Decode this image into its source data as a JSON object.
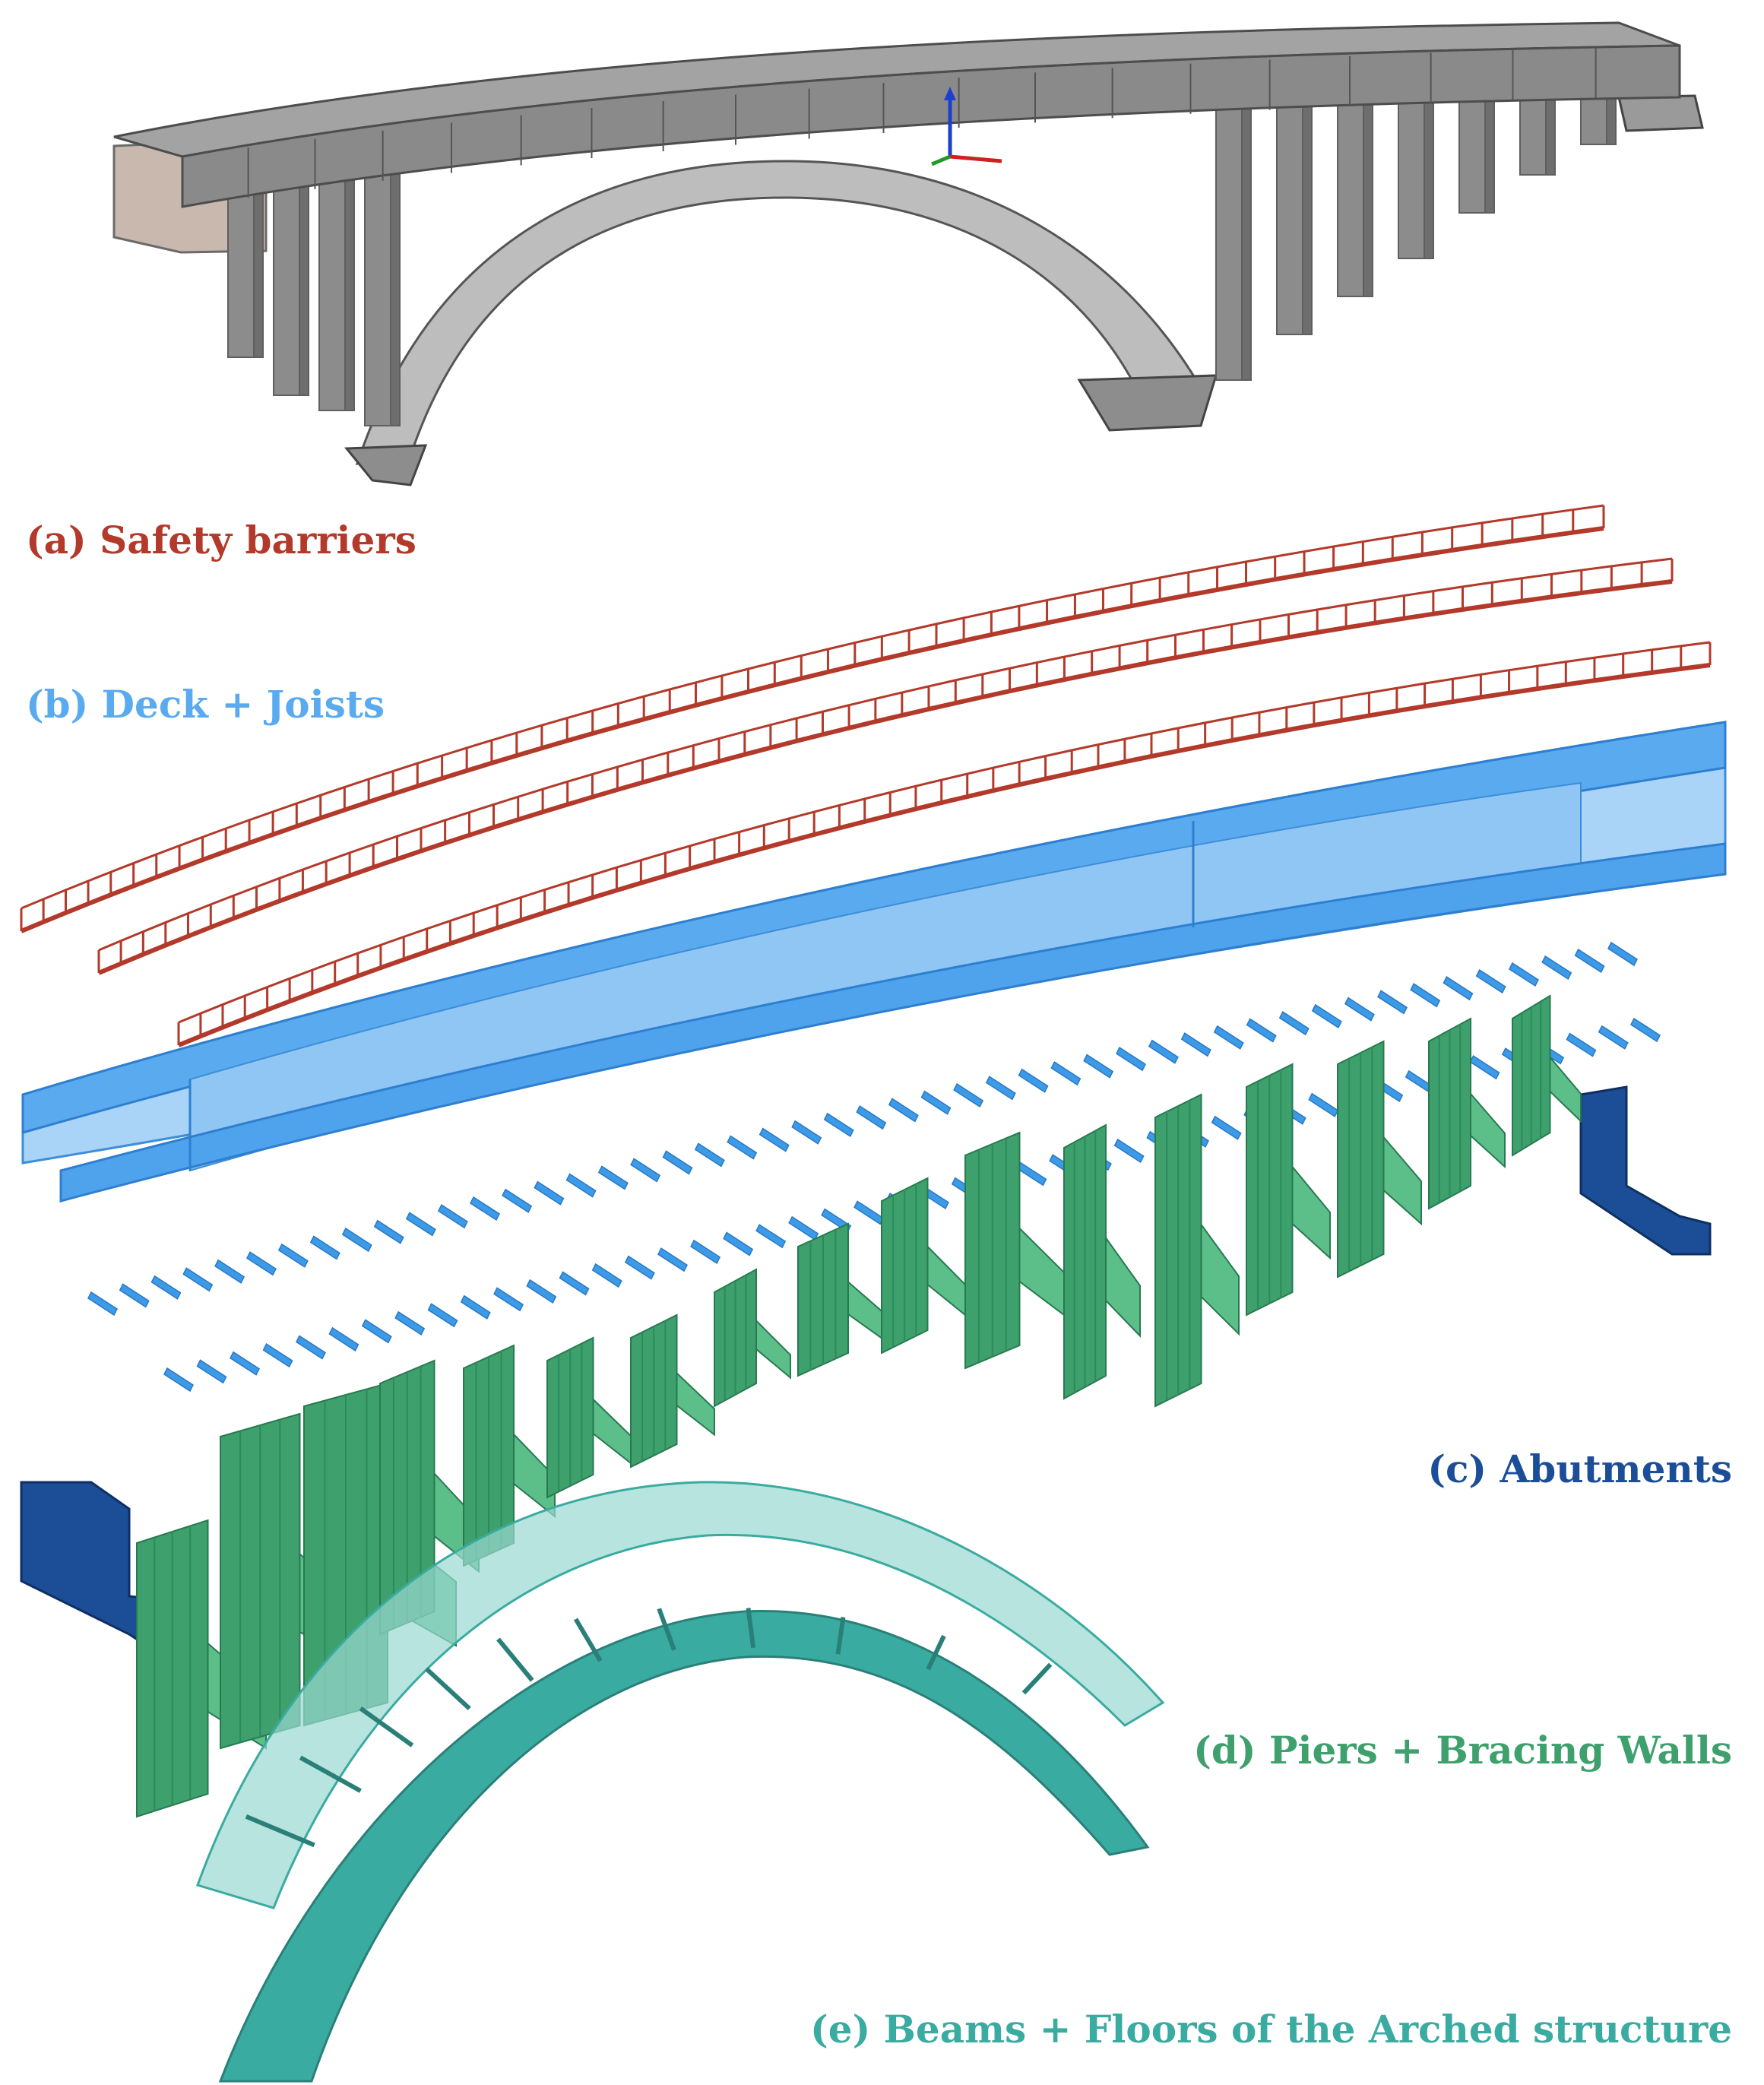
{
  "labels": {
    "safety_barriers": "(a) Safety barriers",
    "deck_joists": "(b) Deck + Joists",
    "abutments": "(c) Abutments",
    "piers_walls": "(d) Piers + Bracing Walls",
    "arch": "(e) Beams + Floors of the Arched structure"
  },
  "colors": {
    "barrier": "#b33a2a",
    "deck": "#5aaaf0",
    "deck_light": "#a9d3f7",
    "joist": "#3d9ae6",
    "abutment": "#1b4e97",
    "pier": "#3ea06c",
    "pier_light": "#5cbf8a",
    "arch": "#3aaba0",
    "arch_light": "#9ad8d2",
    "model_grey": "#8c8c8c",
    "model_dark": "#5f5f5f"
  }
}
